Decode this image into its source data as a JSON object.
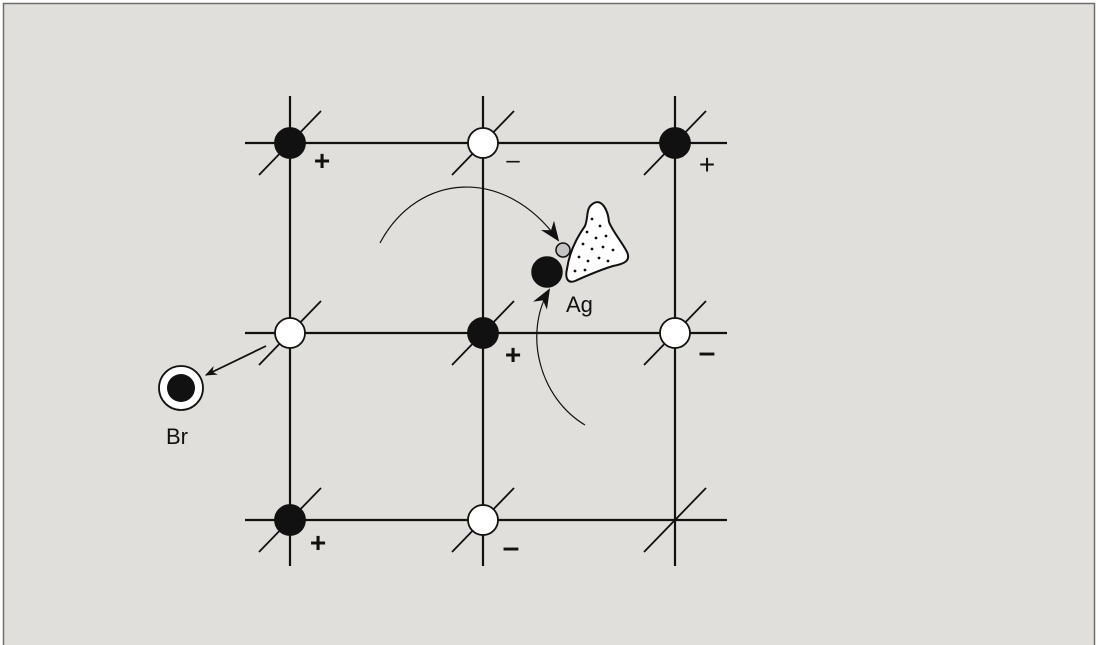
{
  "colors": {
    "background": "#e0dfdc",
    "frame": "#6e6e6e",
    "line": "#111111",
    "cation_fill": "#111111",
    "anion_fill": "#ffffff",
    "small_atom_fill": "#c4c4c4"
  },
  "icons": {
    "cation": "filled-circle",
    "anion": "hollow-circle",
    "silver_cluster": "dotted-blob",
    "bromine_atom": "ringed-circle"
  },
  "charges": {
    "tl": "+",
    "tm": "–",
    "tr": "+",
    "ml": "",
    "mm": "+",
    "mr": "–",
    "bl": "+",
    "bm": "–"
  },
  "labels": {
    "silver": "Ag",
    "bromine": "Br"
  }
}
